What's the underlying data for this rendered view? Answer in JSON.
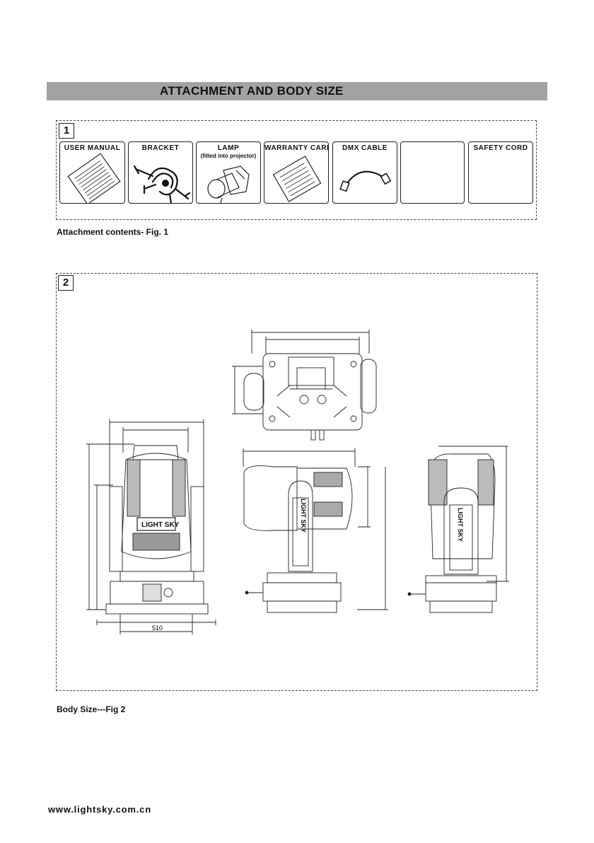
{
  "header": {
    "title": "ATTACHMENT AND BODY SIZE"
  },
  "figure1": {
    "number": "1",
    "caption": "Attachment contents- Fig. 1",
    "cards": [
      {
        "label": "USER  MANUAL",
        "icon": "manual-icon"
      },
      {
        "label": "BRACKET",
        "icon": "bracket-icon"
      },
      {
        "label": "LAMP",
        "sublabel": "(fitted into projector)",
        "icon": "lamp-icon"
      },
      {
        "label": "WARRANTY CARD",
        "icon": "warranty-card-icon"
      },
      {
        "label": "DMX CABLE",
        "icon": "dmx-cable-icon"
      },
      {
        "label": "",
        "icon": ""
      },
      {
        "label": "SAFETY CORD",
        "icon": ""
      }
    ]
  },
  "figure2": {
    "number": "2",
    "caption": "Body Size---Fig 2",
    "dimension_label": "510",
    "logo_text": "LIGHT SKY"
  },
  "footer": {
    "url": "www.lightsky.com.cn"
  }
}
